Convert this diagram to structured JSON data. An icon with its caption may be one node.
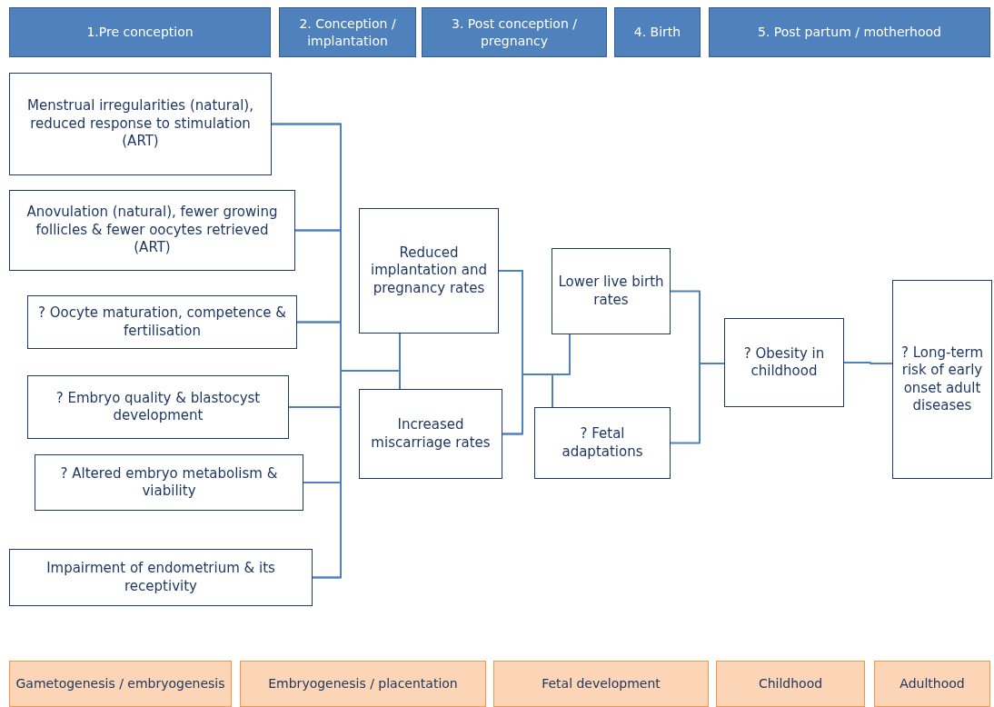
{
  "diagram": {
    "nodes": [
      {
        "text": [
          "1.Pre conception"
        ]
      },
      {
        "text": [
          "2. Conception / implantation"
        ]
      },
      {
        "text": [
          "3. Post conception / pregnancy"
        ]
      },
      {
        "text": [
          "4. Birth"
        ]
      },
      {
        "text": [
          "5. Post partum / motherhood"
        ]
      },
      {
        "text": [
          "Menstrual irregularities (natural), reduced response to stimulation (ART)"
        ]
      },
      {
        "text": [
          "Anovulation (natural), fewer growing follicles & fewer oocytes retrieved (ART)"
        ]
      },
      {
        "text": [
          "? Oocyte maturation, competence & fertilisation"
        ]
      },
      {
        "text": [
          "? Embryo quality & blastocyst development"
        ]
      },
      {
        "text": [
          "? Altered embryo metabolism & viability"
        ]
      },
      {
        "text": [
          "Impairment of endometrium & its receptivity"
        ]
      },
      {
        "text": [
          "Reduced implantation and pregnancy rates"
        ]
      },
      {
        "text": [
          "Increased miscarriage rates"
        ]
      },
      {
        "text": [
          "Lower live birth rates"
        ]
      },
      {
        "text": [
          "? Fetal adaptations"
        ]
      },
      {
        "text": [
          "? Obesity in childhood"
        ]
      },
      {
        "text": [
          "? Long-term risk of early onset adult diseases"
        ]
      },
      {
        "text": [
          "Gametogenesis / embryogenesis"
        ]
      },
      {
        "text": [
          "Embryogenesis / placentation"
        ]
      },
      {
        "text": [
          "Fetal development"
        ]
      },
      {
        "text": [
          "Childhood"
        ]
      },
      {
        "text": [
          "Adulthood"
        ]
      }
    ],
    "edges": [
      {
        "from": 5,
        "to": 11,
        "arrow": "none"
      },
      {
        "from": 6,
        "to": 11,
        "arrow": "none"
      },
      {
        "from": 7,
        "to": 11,
        "arrow": "none"
      },
      {
        "from": 8,
        "to": 11,
        "arrow": "none"
      },
      {
        "from": 9,
        "to": 11,
        "arrow": "none"
      },
      {
        "from": 10,
        "to": 11,
        "arrow": "none"
      },
      {
        "from": 5,
        "to": 12,
        "arrow": "none"
      },
      {
        "from": 6,
        "to": 12,
        "arrow": "none"
      },
      {
        "from": 7,
        "to": 12,
        "arrow": "none"
      },
      {
        "from": 8,
        "to": 12,
        "arrow": "none"
      },
      {
        "from": 9,
        "to": 12,
        "arrow": "none"
      },
      {
        "from": 10,
        "to": 12,
        "arrow": "none"
      },
      {
        "from": 11,
        "to": 13,
        "arrow": "none"
      },
      {
        "from": 12,
        "to": 13,
        "arrow": "none"
      },
      {
        "from": 11,
        "to": 14,
        "arrow": "none"
      },
      {
        "from": 12,
        "to": 14,
        "arrow": "none"
      },
      {
        "from": 13,
        "to": 15,
        "arrow": "none"
      },
      {
        "from": 14,
        "to": 15,
        "arrow": "none"
      },
      {
        "from": 15,
        "to": 16,
        "arrow": "none"
      }
    ]
  }
}
